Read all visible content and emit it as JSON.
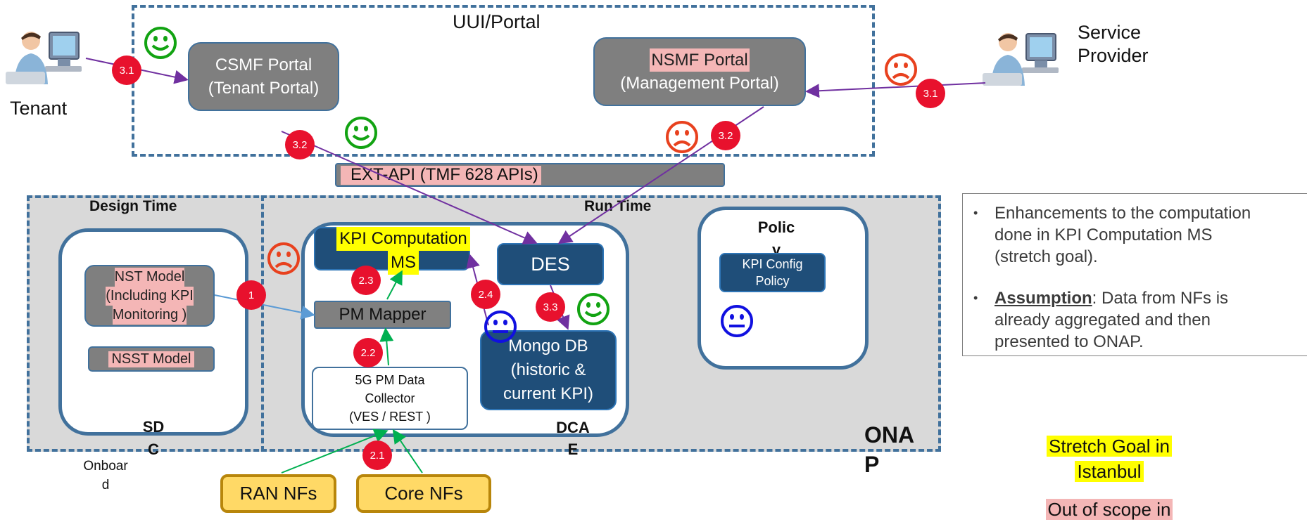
{
  "portal": {
    "title": "UUI/Portal",
    "csmf": [
      "CSMF Portal",
      "(Tenant Portal)"
    ],
    "nsmf": [
      "NSMF Portal",
      "(Management Portal)"
    ]
  },
  "actors": {
    "tenant": "Tenant",
    "service_provider": [
      "Service",
      "Provider"
    ]
  },
  "ext_api": "EXT-API (TMF 628 APIs)",
  "design_time": {
    "title": "Design Time",
    "nst": [
      "NST  Model",
      "(Including KPI",
      "Monitoring )"
    ],
    "nsst": "NSST  Model",
    "sdc": [
      "SD",
      "C"
    ],
    "onboard": [
      "Onboar",
      "d"
    ]
  },
  "run_time": {
    "title": "Run Time",
    "kpi_ms": [
      "KPI Computation",
      "MS"
    ],
    "des": "DES",
    "pm_mapper": "PM Mapper",
    "collector": [
      "5G PM Data",
      "Collector",
      "(VES / REST )"
    ],
    "mongo": [
      "Mongo DB",
      "(historic &",
      "current KPI)"
    ],
    "dcae": [
      "DCA",
      "E"
    ],
    "policy": [
      "Polic",
      "y"
    ],
    "kpi_config": [
      "KPI Config",
      "Policy"
    ],
    "onap": [
      "ONA",
      "P"
    ]
  },
  "nfs": {
    "ran": "RAN NFs",
    "core": "Core NFs"
  },
  "steps": {
    "s31a": "3.1",
    "s31b": "3.1",
    "s32a": "3.2",
    "s32b": "3.2",
    "s1": "1",
    "s21": "2.1",
    "s22": "2.2",
    "s23": "2.3",
    "s24": "2.4",
    "s33": "3.3"
  },
  "notes": {
    "bullet1": [
      "Enhancements to the computation",
      "done in KPI Computation MS",
      "(stretch goal)."
    ],
    "bullet2_label": "Assumption",
    "bullet2_rest": [
      ": Data from NFs is",
      "already aggregated and then",
      "presented to ONAP."
    ]
  },
  "legend": {
    "stretch": [
      "Stretch Goal in",
      "Istanbul"
    ],
    "out_of_scope": "Out of scope in"
  },
  "colors": {
    "happy": "#12a312",
    "sad": "#e8411e",
    "neutral": "#1010e0",
    "badge": "#e8112d",
    "arrow_purple": "#7030a0",
    "arrow_green": "#00b050",
    "arrow_blue": "#5b9bd5",
    "dashed_border": "#41719c"
  },
  "icons": {
    "user": "user-computer-icon",
    "happy": "happy-face-icon",
    "sad": "sad-face-icon",
    "neutral": "neutral-face-icon"
  }
}
